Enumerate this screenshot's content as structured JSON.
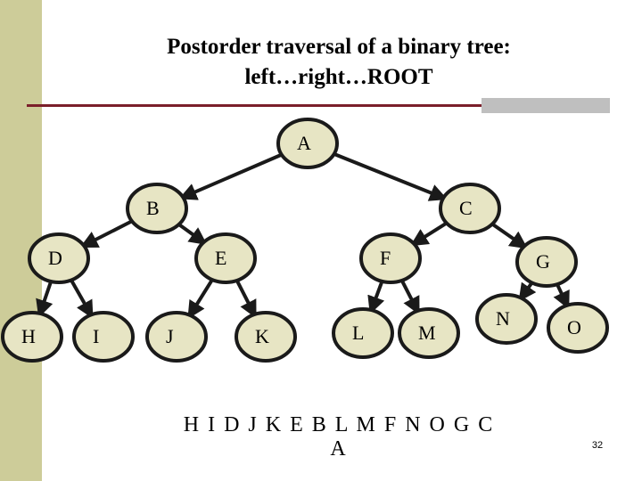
{
  "slide": {
    "title_line1": "Postorder traversal of a binary tree:",
    "title_line2": "left…right…ROOT",
    "traversal": "H I D J K E B L M F N O G C A",
    "page_number": "32"
  },
  "colors": {
    "node_fill": "#e7e5c4",
    "node_stroke": "#1a1a1a",
    "edge": "#1a1a1a",
    "left_bar": "#cdcc99",
    "rule": "#7b1f2a"
  },
  "tree": {
    "nodes": [
      "A",
      "B",
      "C",
      "D",
      "E",
      "F",
      "G",
      "H",
      "I",
      "J",
      "K",
      "L",
      "M",
      "N",
      "O"
    ],
    "edges": [
      [
        "A",
        "B"
      ],
      [
        "A",
        "C"
      ],
      [
        "B",
        "D"
      ],
      [
        "B",
        "E"
      ],
      [
        "C",
        "F"
      ],
      [
        "C",
        "G"
      ],
      [
        "D",
        "H"
      ],
      [
        "D",
        "I"
      ],
      [
        "E",
        "J"
      ],
      [
        "E",
        "K"
      ],
      [
        "F",
        "L"
      ],
      [
        "F",
        "M"
      ],
      [
        "G",
        "N"
      ],
      [
        "G",
        "O"
      ]
    ]
  }
}
